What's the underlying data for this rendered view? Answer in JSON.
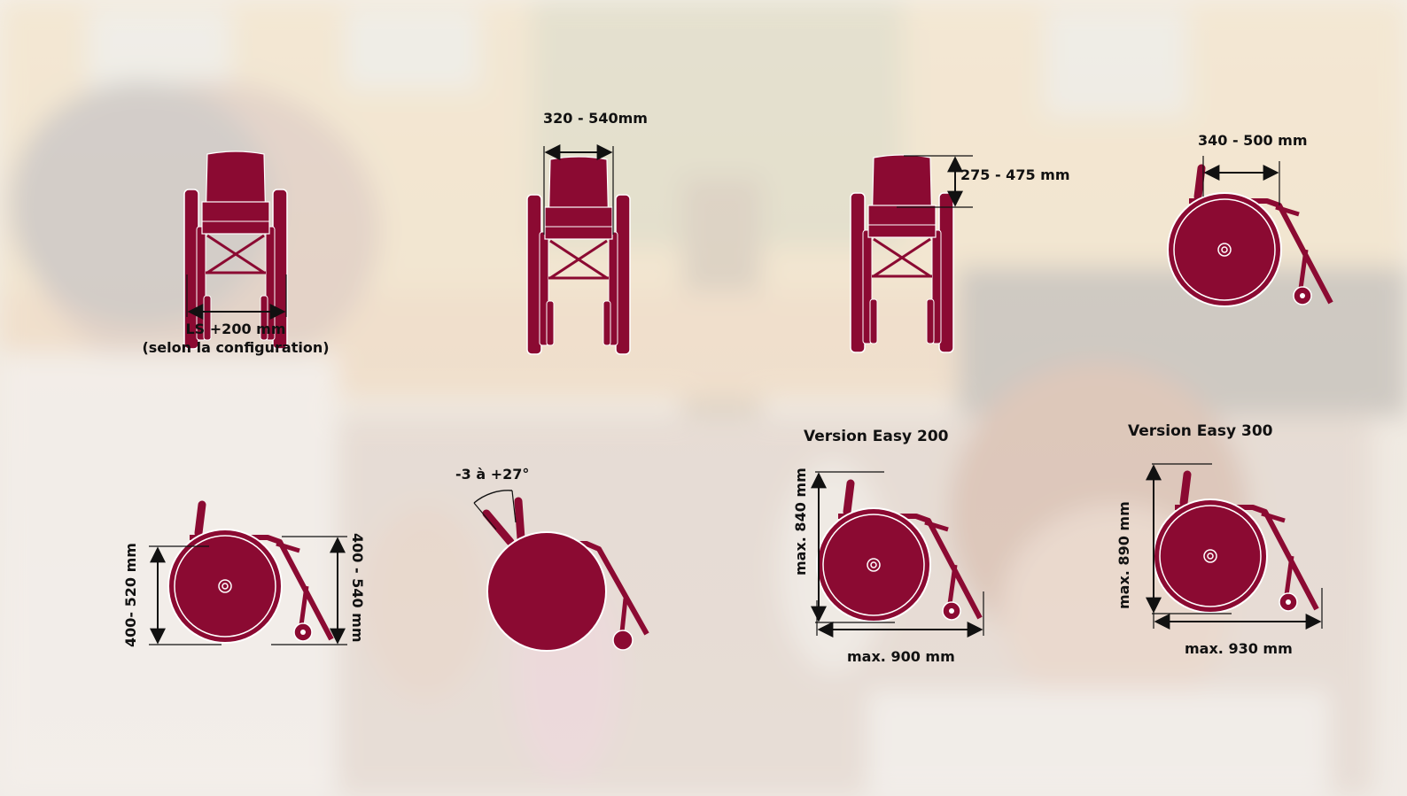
{
  "colors": {
    "wheelchair": "#8b0a32",
    "outline": "#ffffff",
    "dimension_line": "#111111",
    "background_tint": "#efe9df"
  },
  "icons": [
    "wheelchair-front-width-icon",
    "wheelchair-front-seat-width-icon",
    "wheelchair-front-backrest-height-icon",
    "wheelchair-side-seat-depth-icon",
    "wheelchair-side-seat-height-icon",
    "wheelchair-side-backrest-angle-icon",
    "wheelchair-side-easy200-icon",
    "wheelchair-side-easy300-icon"
  ],
  "labels": {
    "overall_width_line1": "LS +200 mm",
    "overall_width_line2": "(selon la configuration)",
    "seat_width": "320 - 540mm",
    "backrest_height": "275 - 475 mm",
    "seat_depth": "340 - 500 mm",
    "seat_height_front": "400 - 540 mm",
    "seat_height_rear": "400- 520 mm",
    "backrest_angle": "-3 à +27°",
    "easy200_title": "Version Easy 200",
    "easy200_height": "max. 840 mm",
    "easy200_length": "max. 900 mm",
    "easy300_title": "Version Easy 300",
    "easy300_height": "max. 890 mm",
    "easy300_length": "max. 930 mm"
  }
}
